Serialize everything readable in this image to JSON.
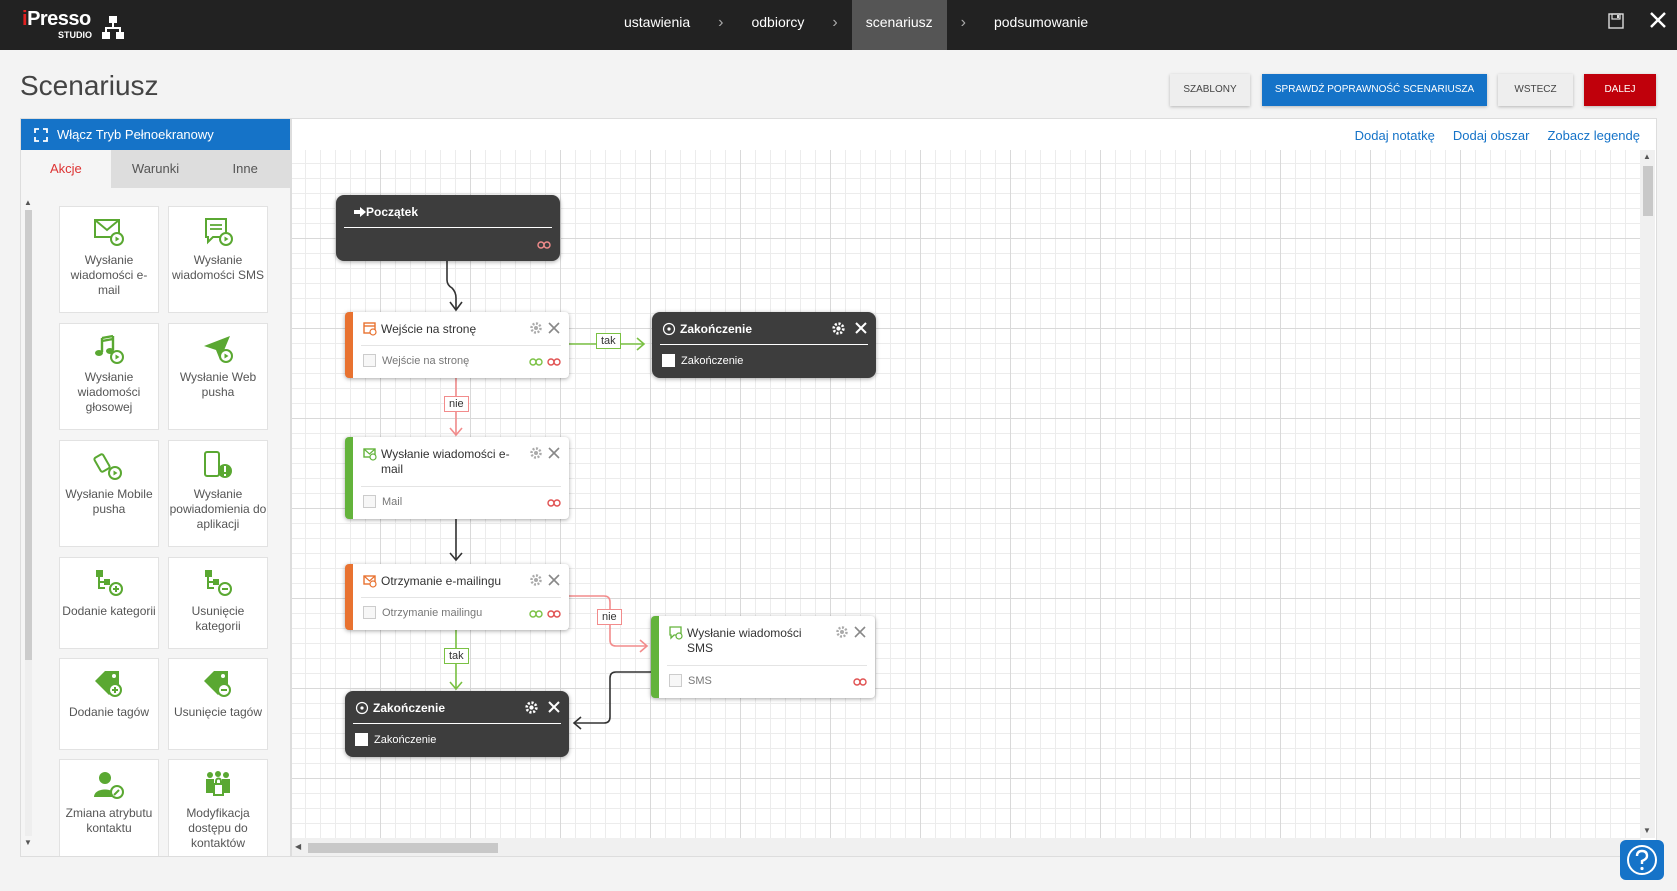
{
  "app": {
    "logo_text": "iPresso",
    "logo_sub": "STUDIO"
  },
  "steps": [
    "ustawienia",
    "odbiorcy",
    "scenariusz",
    "podsumowanie"
  ],
  "active_step": "scenariusz",
  "page": {
    "title": "Scenariusz"
  },
  "buttons": {
    "templates": "SZABLONY",
    "validate": "SPRAWDŹ POPRAWNOŚĆ SCENARIUSZA",
    "back": "WSTECZ",
    "next": "DALEJ"
  },
  "panel": {
    "fullscreen": "Włącz Tryb Pełnoekranowy",
    "tabs": [
      "Akcje",
      "Warunki",
      "Inne"
    ],
    "tiles": [
      {
        "label": "Wysłanie wiadomości e-mail",
        "icon": "email-icon"
      },
      {
        "label": "Wysłanie wiadomości SMS",
        "icon": "sms-icon"
      },
      {
        "label": "Wysłanie wiadomości głosowej",
        "icon": "voice-icon"
      },
      {
        "label": "Wysłanie Web pusha",
        "icon": "web-push-icon"
      },
      {
        "label": "Wysłanie Mobile pusha",
        "icon": "mobile-push-icon"
      },
      {
        "label": "Wysłanie powiadomienia do aplikacji",
        "icon": "app-notification-icon"
      },
      {
        "label": "Dodanie kategorii",
        "icon": "add-category-icon"
      },
      {
        "label": "Usunięcie kategorii",
        "icon": "remove-category-icon"
      },
      {
        "label": "Dodanie tagów",
        "icon": "add-tag-icon"
      },
      {
        "label": "Usunięcie tagów",
        "icon": "remove-tag-icon"
      },
      {
        "label": "Zmiana atrybutu kontaktu",
        "icon": "contact-attribute-icon"
      },
      {
        "label": "Modyfikacja dostępu do kontaktów",
        "icon": "contact-access-icon"
      }
    ]
  },
  "canvas": {
    "links": [
      "Dodaj notatkę",
      "Dodaj obszar",
      "Zobacz legendę"
    ],
    "nodes": {
      "start": {
        "title": "Początek"
      },
      "visit": {
        "title": "Wejście na stronę",
        "sub": "Wejście na stronę"
      },
      "end1": {
        "title": "Zakończenie",
        "sub": "Zakończenie"
      },
      "email": {
        "title": "Wysłanie wiadomości e-mail",
        "sub": "Mail"
      },
      "received": {
        "title": "Otrzymanie e-mailingu",
        "sub": "Otrzymanie mailingu"
      },
      "sms": {
        "title": "Wysłanie wiadomości SMS",
        "sub": "SMS"
      },
      "end2": {
        "title": "Zakończenie",
        "sub": "Zakończenie"
      }
    },
    "edge_labels": {
      "yes": "tak",
      "no": "nie"
    }
  },
  "colors": {
    "accent": "#1573c8",
    "danger": "#c0000b",
    "orange": "#e87230",
    "green": "#63b33b",
    "dark_node": "#3d3d3d"
  }
}
